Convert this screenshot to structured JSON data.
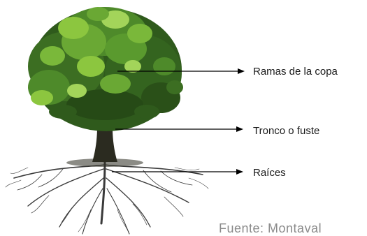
{
  "diagram": {
    "image": "tree-with-roots-illustration",
    "labels": {
      "copa": "Ramas de la copa",
      "tronco": "Tronco o fuste",
      "raices": "Raíces"
    },
    "caption": "Fuente: Montaval"
  },
  "colors": {
    "leaf_dark": "#2f5a1c",
    "leaf_mid": "#4e8a2a",
    "leaf_light": "#8cc63f",
    "trunk": "#2b2b20",
    "roots": "#3a3a3a",
    "arrow": "#000000"
  }
}
